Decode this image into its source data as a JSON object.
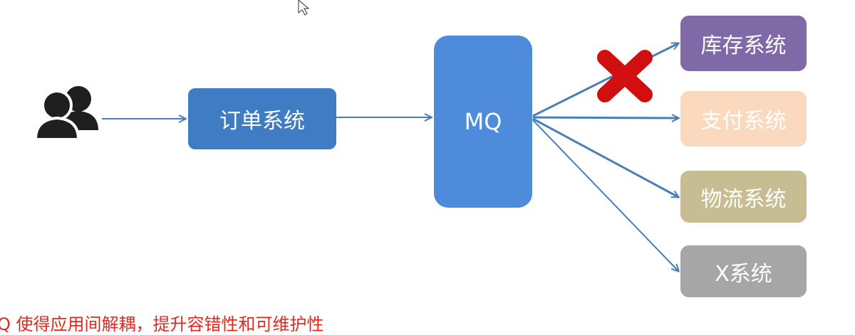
{
  "diagram": {
    "user_icon": "users-group-icon",
    "order_system": {
      "label": "订单系统",
      "color": "#3F7CC4"
    },
    "mq": {
      "label": "MQ",
      "color": "#4E8BDB"
    },
    "targets": [
      {
        "label": "库存系统",
        "color": "#8069A7",
        "failed": true
      },
      {
        "label": "支付系统",
        "color": "#FBD9BE",
        "failed": false
      },
      {
        "label": "物流系统",
        "color": "#C7BC92",
        "failed": false
      },
      {
        "label": "X系统",
        "color": "#A6A6A6",
        "failed": false
      }
    ],
    "failure_icon": "red-cross-icon",
    "arrow_color": "#4A7EBB",
    "failure_color": "#D10F0F"
  },
  "caption": {
    "text": "Q 使得应用间解耦，提升容错性和可维护性",
    "color": "#E02A1F"
  },
  "cursor_icon": "mouse-pointer-icon"
}
